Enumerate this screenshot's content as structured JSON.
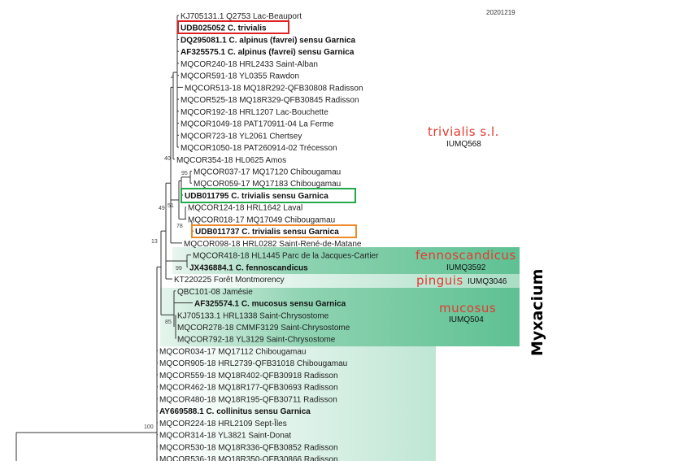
{
  "date_stamp": "20201219",
  "group_label": "Myxacium",
  "colors": {
    "clade_green": "#5ec193",
    "clade_green_light": "#bfe6d4",
    "box_red": "#e02020",
    "box_green": "#21a94a",
    "box_orange": "#ef8a2a",
    "clade_text": "#e33a2f"
  },
  "clades": {
    "trivialis": {
      "name": "trivialis s.l.",
      "code": "IUMQ568"
    },
    "fennoscandicus": {
      "name": "fennoscandicus",
      "code": "IUMQ3592"
    },
    "pinguis": {
      "name": "pinguis",
      "code": "IUMQ3046"
    },
    "mucosus": {
      "name": "mucosus",
      "code": "IUMQ504"
    }
  },
  "support_values": [
    "4",
    "40",
    "95",
    "51",
    "49",
    "78",
    "13",
    "99",
    "85",
    "100"
  ],
  "leaves": [
    {
      "text": "KJ705131.1 Q2753 Lac-Beauport",
      "bold": false,
      "highlight": ""
    },
    {
      "text": "UDB025052 C. trivialis",
      "bold": true,
      "highlight": "red"
    },
    {
      "text": "DQ295081.1 C. alpinus (favrei) sensu Garnica",
      "bold": true,
      "highlight": ""
    },
    {
      "text": "AF325575.1 C. alpinus (favrei) sensu Garnica",
      "bold": true,
      "highlight": ""
    },
    {
      "text": "MQCOR240-18 HRL2433 Saint-Alban",
      "bold": false,
      "highlight": ""
    },
    {
      "text": "MQCOR591-18 YL0355 Rawdon",
      "bold": false,
      "highlight": ""
    },
    {
      "text": "MQCOR513-18 MQ18R292-QFB30808 Radisson",
      "bold": false,
      "highlight": ""
    },
    {
      "text": "MQCOR525-18 MQ18R329-QFB30845 Radisson",
      "bold": false,
      "highlight": ""
    },
    {
      "text": "MQCOR192-18 HRL1207 Lac-Bouchette",
      "bold": false,
      "highlight": ""
    },
    {
      "text": "MQCOR1049-18 PAT170911-04 La Ferme",
      "bold": false,
      "highlight": ""
    },
    {
      "text": "MQCOR723-18 YL2061 Chertsey",
      "bold": false,
      "highlight": ""
    },
    {
      "text": "MQCOR1050-18 PAT260914-02 Trécesson",
      "bold": false,
      "highlight": ""
    },
    {
      "text": "MQCOR354-18 HL0625 Amos",
      "bold": false,
      "highlight": ""
    },
    {
      "text": "MQCOR037-17 MQ17120 Chibougamau",
      "bold": false,
      "highlight": ""
    },
    {
      "text": "MQCOR059-17 MQ17183 Chibougamau",
      "bold": false,
      "highlight": ""
    },
    {
      "text": "UDB011795 C. trivialis sensu Garnica",
      "bold": true,
      "highlight": "green"
    },
    {
      "text": "MQCOR124-18 HRL1642 Laval",
      "bold": false,
      "highlight": ""
    },
    {
      "text": "MQCOR018-17 MQ17049 Chibougamau",
      "bold": false,
      "highlight": ""
    },
    {
      "text": "UDB011737 C. trivialis sensu Garnica",
      "bold": true,
      "highlight": "orange"
    },
    {
      "text": "MQCOR098-18 HRL0282 Saint-René-de-Matane",
      "bold": false,
      "highlight": ""
    },
    {
      "text": "MQCOR418-18 HL1445 Parc de la Jacques-Cartier",
      "bold": false,
      "highlight": ""
    },
    {
      "text": "JX436884.1 C. fennoscandicus",
      "bold": true,
      "highlight": ""
    },
    {
      "text": "KT220225 Forêt Montmorency",
      "bold": false,
      "highlight": ""
    },
    {
      "text": "QBC101-08 Jamésie",
      "bold": false,
      "highlight": ""
    },
    {
      "text": "AF325574.1 C. mucosus sensu Garnica",
      "bold": true,
      "highlight": ""
    },
    {
      "text": "KJ705133.1 HRL1338 Saint-Chrysostome",
      "bold": false,
      "highlight": ""
    },
    {
      "text": "MQCOR278-18 CMMF3129 Saint-Chrysostome",
      "bold": false,
      "highlight": ""
    },
    {
      "text": "MQCOR792-18 YL3129 Saint-Chrysostome",
      "bold": false,
      "highlight": ""
    },
    {
      "text": "MQCOR034-17 MQ17112 Chibougamau",
      "bold": false,
      "highlight": ""
    },
    {
      "text": "MQCOR905-18 HRL2739-QFB31018 Chibougamau",
      "bold": false,
      "highlight": ""
    },
    {
      "text": "MQCOR559-18 MQ18R402-QFB30918 Radisson",
      "bold": false,
      "highlight": ""
    },
    {
      "text": "MQCOR462-18 MQ18R177-QFB30693 Radisson",
      "bold": false,
      "highlight": ""
    },
    {
      "text": "MQCOR480-18 MQ18R195-QFB30711 Radisson",
      "bold": false,
      "highlight": ""
    },
    {
      "text": "AY669588.1 C. collinitus sensu Garnica",
      "bold": true,
      "highlight": ""
    },
    {
      "text": "MQCOR224-18 HRL2109 Sept-Îles",
      "bold": false,
      "highlight": ""
    },
    {
      "text": "MQCOR314-18 YL3821 Saint-Donat",
      "bold": false,
      "highlight": ""
    },
    {
      "text": "MQCOR530-18 MQ18R336-QFB30852 Radisson",
      "bold": false,
      "highlight": ""
    },
    {
      "text": "MQCOR536-18 MQ18R350-QFB30866 Radisson",
      "bold": false,
      "highlight": ""
    }
  ]
}
